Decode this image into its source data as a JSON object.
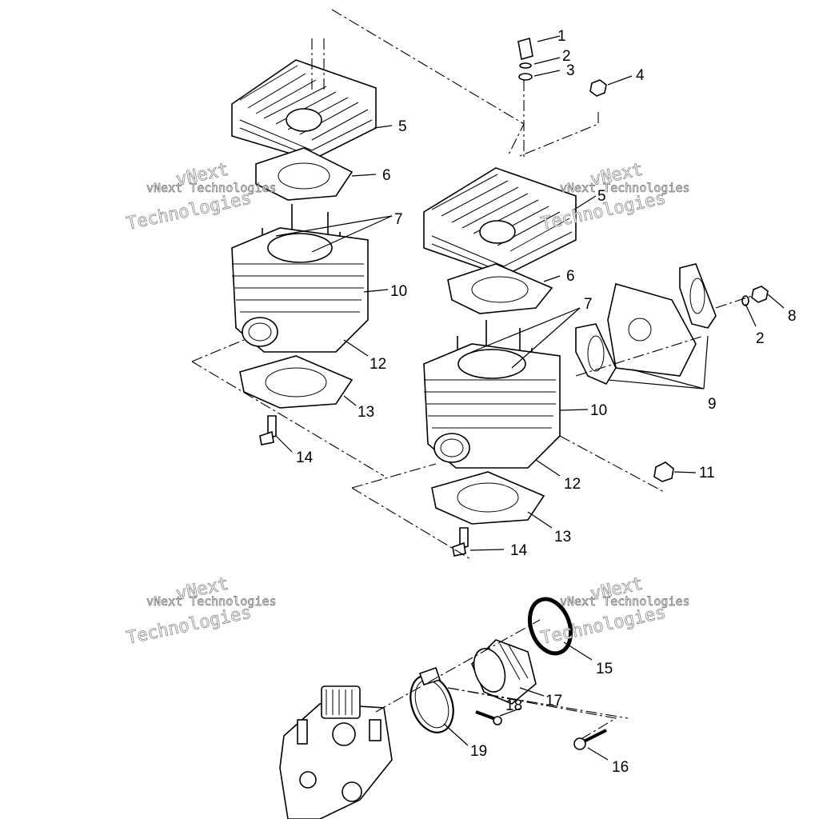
{
  "watermark": {
    "line1": "vNext",
    "line2": "vNext Technologies",
    "line3": "Technologies"
  },
  "callouts": {
    "c1": "1",
    "c2a": "2",
    "c3": "3",
    "c4": "4",
    "c5a": "5",
    "c6a": "6",
    "c7a": "7",
    "c10a": "10",
    "c12a": "12",
    "c13a": "13",
    "c14a": "14",
    "c5b": "5",
    "c6b": "6",
    "c7b": "7",
    "c8": "8",
    "c2b": "2",
    "c9": "9",
    "c10b": "10",
    "c11": "11",
    "c12b": "12",
    "c13b": "13",
    "c14b": "14",
    "c15": "15",
    "c16": "16",
    "c17": "17",
    "c18": "18",
    "c19": "19"
  }
}
